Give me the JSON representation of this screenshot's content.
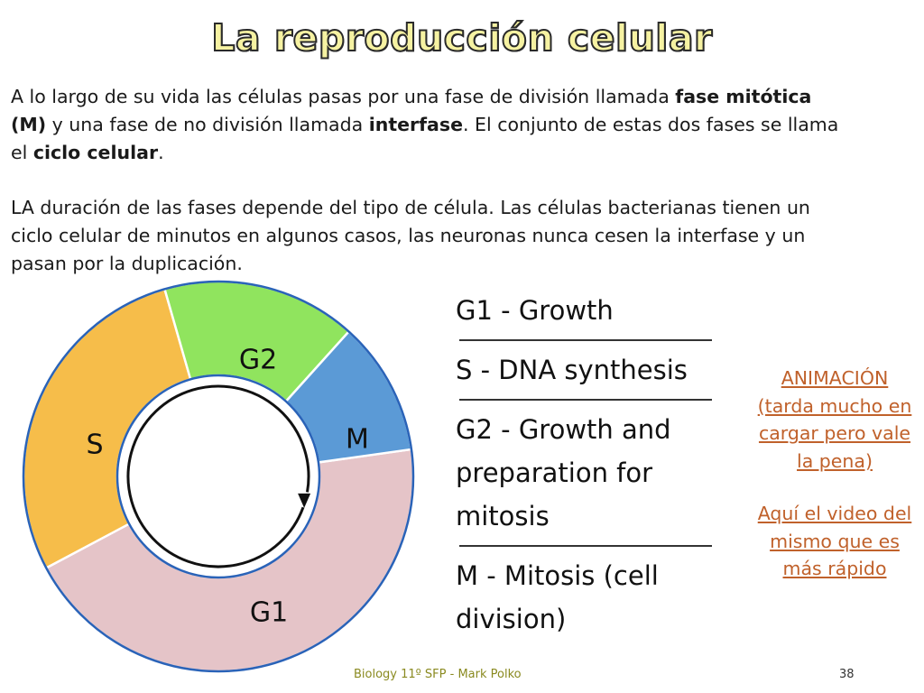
{
  "slide": {
    "title": "La reproducción celular",
    "paragraph1": {
      "t1": "A lo largo de su vida las células pasas por una fase de división llamada ",
      "b1": "fase mitótica (M)",
      "t2": " y una fase de no división llamada ",
      "b2": "interfase",
      "t3": ". El conjunto de estas dos fases se llama el ",
      "b3": "ciclo celular",
      "t4": "."
    },
    "paragraph2": "LA duración de las fases depende del tipo de célula. Las células bacterianas tienen un ciclo celular de minutos en algunos casos, las neuronas nunca cesen la interfase y un pasan por la duplicación.",
    "phases": [
      "G1 - Growth",
      "S - DNA synthesis",
      "G2 - Growth and preparation for mitosis",
      "M - Mitosis (cell division)"
    ],
    "links": {
      "animation": "ANIMACIÓN (tarda mucho en cargar pero vale la pena)",
      "video": "Aquí el video del mismo que es más rápido"
    },
    "footer": {
      "credit": "Biology 11º SFP - Mark Polko",
      "page": "38"
    }
  },
  "chart_data": {
    "type": "pie",
    "donut": true,
    "categories": [
      "G1",
      "S",
      "G2",
      "M"
    ],
    "segments": [
      {
        "label": "G1",
        "start_deg": 82,
        "end_deg": 242,
        "color": "#e5c4c8"
      },
      {
        "label": "S",
        "start_deg": 242,
        "end_deg": 344,
        "color": "#f6bd4a"
      },
      {
        "label": "G2",
        "start_deg": 344,
        "end_deg": 42,
        "color": "#90e45e"
      },
      {
        "label": "M",
        "start_deg": 42,
        "end_deg": 82,
        "color": "#5b9ad6"
      }
    ],
    "direction": "clockwise",
    "title": "",
    "xlabel": "",
    "ylabel": ""
  }
}
